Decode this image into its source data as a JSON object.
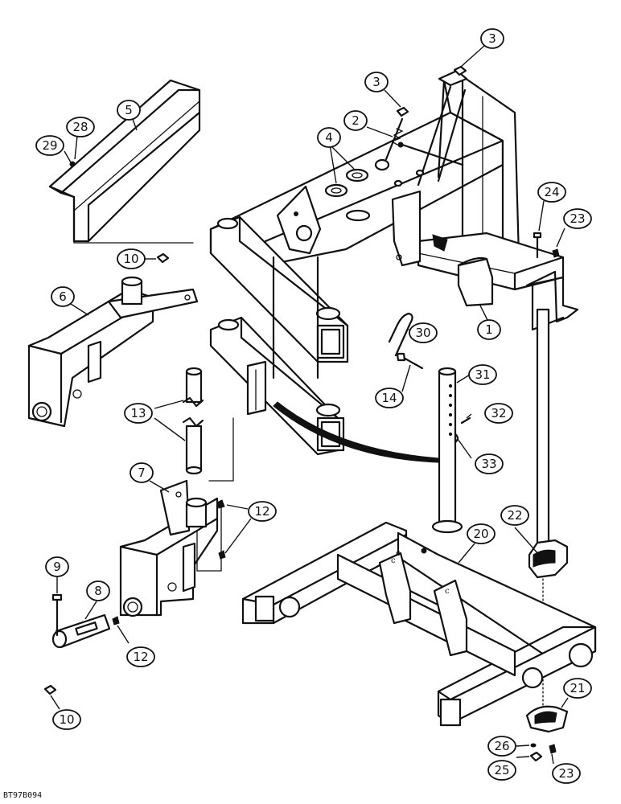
{
  "figure_ref": "BT97B094",
  "callouts": [
    {
      "id": "c3a",
      "label": "3"
    },
    {
      "id": "c3b",
      "label": "3"
    },
    {
      "id": "c2",
      "label": "2"
    },
    {
      "id": "c4",
      "label": "4"
    },
    {
      "id": "c5",
      "label": "5"
    },
    {
      "id": "c28",
      "label": "28"
    },
    {
      "id": "c29",
      "label": "29"
    },
    {
      "id": "c10a",
      "label": "10"
    },
    {
      "id": "c6",
      "label": "6"
    },
    {
      "id": "c24",
      "label": "24"
    },
    {
      "id": "c23a",
      "label": "23"
    },
    {
      "id": "c1",
      "label": "1"
    },
    {
      "id": "c30",
      "label": "30"
    },
    {
      "id": "c14",
      "label": "14"
    },
    {
      "id": "c31",
      "label": "31"
    },
    {
      "id": "c32",
      "label": "32"
    },
    {
      "id": "c33",
      "label": "33"
    },
    {
      "id": "c13",
      "label": "13"
    },
    {
      "id": "c7",
      "label": "7"
    },
    {
      "id": "c12a",
      "label": "12"
    },
    {
      "id": "c22",
      "label": "22"
    },
    {
      "id": "c20",
      "label": "20"
    },
    {
      "id": "c9",
      "label": "9"
    },
    {
      "id": "c8",
      "label": "8"
    },
    {
      "id": "c12b",
      "label": "12"
    },
    {
      "id": "c10b",
      "label": "10"
    },
    {
      "id": "c21",
      "label": "21"
    },
    {
      "id": "c26",
      "label": "26"
    },
    {
      "id": "c25",
      "label": "25"
    },
    {
      "id": "c23b",
      "label": "23"
    }
  ]
}
